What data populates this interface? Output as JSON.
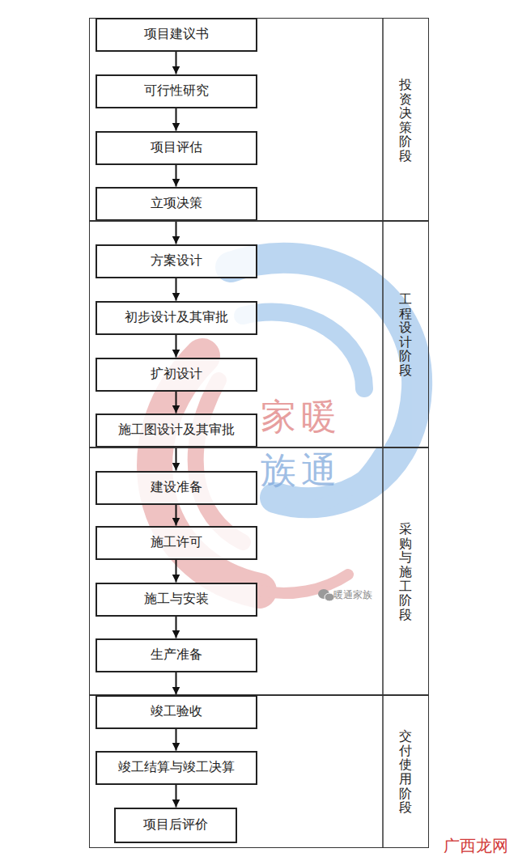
{
  "diagram": {
    "nodes": [
      {
        "text": [
          "投资决策阶段"
        ]
      },
      {
        "text": [
          "项目建议书"
        ],
        "in": 0
      },
      {
        "text": [
          "可行性研究"
        ],
        "in": 0
      },
      {
        "text": [
          "项目评估"
        ],
        "in": 0
      },
      {
        "text": [
          "立项决策"
        ],
        "in": 0
      },
      {
        "text": [
          "工程设计阶段"
        ]
      },
      {
        "text": [
          "方案设计"
        ],
        "in": 5
      },
      {
        "text": [
          "初步设计及其审批"
        ],
        "in": 5
      },
      {
        "text": [
          "扩初设计"
        ],
        "in": 5
      },
      {
        "text": [
          "施工图设计及其审批"
        ],
        "in": 5
      },
      {
        "text": [
          "采购与施工阶段"
        ]
      },
      {
        "text": [
          "建设准备"
        ],
        "in": 10
      },
      {
        "text": [
          "施工许可"
        ],
        "in": 10
      },
      {
        "text": [
          "施工与安装"
        ],
        "in": 10
      },
      {
        "text": [
          "生产准备"
        ],
        "in": 10
      },
      {
        "text": [
          "交付使用阶段"
        ]
      },
      {
        "text": [
          "竣工验收"
        ],
        "in": 15
      },
      {
        "text": [
          "竣工结算与竣工决算"
        ],
        "in": 15
      },
      {
        "text": [
          "项目后评价"
        ],
        "in": 15
      }
    ],
    "edges": [
      {
        "from": 1,
        "to": 2,
        "arrow": "to"
      },
      {
        "from": 2,
        "to": 3,
        "arrow": "to"
      },
      {
        "from": 3,
        "to": 4,
        "arrow": "to"
      },
      {
        "from": 4,
        "to": 6,
        "arrow": "to"
      },
      {
        "from": 6,
        "to": 7,
        "arrow": "to"
      },
      {
        "from": 7,
        "to": 8,
        "arrow": "to"
      },
      {
        "from": 8,
        "to": 9,
        "arrow": "to"
      },
      {
        "from": 9,
        "to": 11,
        "arrow": "to"
      },
      {
        "from": 11,
        "to": 12,
        "arrow": "to"
      },
      {
        "from": 12,
        "to": 13,
        "arrow": "to"
      },
      {
        "from": 13,
        "to": 14,
        "arrow": "to"
      },
      {
        "from": 14,
        "to": 16,
        "arrow": "to"
      },
      {
        "from": 16,
        "to": 17,
        "arrow": "to"
      },
      {
        "from": 17,
        "to": 18,
        "arrow": "to"
      }
    ],
    "labels": [
      "家暖",
      "族通",
      "暖通家族",
      "广西龙网"
    ]
  }
}
